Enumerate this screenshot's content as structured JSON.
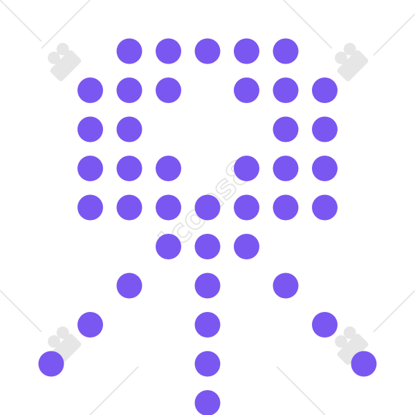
{
  "icon": {
    "name": "easel-dot-matrix-icon",
    "dot_color": "#7b57f1",
    "background": "#ffffff",
    "watermark_color": "#e6e6e6",
    "watermark_text": "icons8"
  },
  "dots": [
    [
      3,
      1
    ],
    [
      4,
      1
    ],
    [
      5,
      1
    ],
    [
      6,
      1
    ],
    [
      7,
      1
    ],
    [
      2,
      2
    ],
    [
      3,
      2
    ],
    [
      4,
      2
    ],
    [
      6,
      2
    ],
    [
      7,
      2
    ],
    [
      8,
      2
    ],
    [
      2,
      3
    ],
    [
      3,
      3
    ],
    [
      7,
      3
    ],
    [
      8,
      3
    ],
    [
      2,
      4
    ],
    [
      3,
      4
    ],
    [
      4,
      4
    ],
    [
      6,
      4
    ],
    [
      7,
      4
    ],
    [
      8,
      4
    ],
    [
      2,
      5
    ],
    [
      3,
      5
    ],
    [
      4,
      5
    ],
    [
      5,
      5
    ],
    [
      6,
      5
    ],
    [
      7,
      5
    ],
    [
      8,
      5
    ],
    [
      4,
      6
    ],
    [
      5,
      6
    ],
    [
      6,
      6
    ],
    [
      3,
      7
    ],
    [
      5,
      7
    ],
    [
      7,
      7
    ],
    [
      2,
      8
    ],
    [
      5,
      8
    ],
    [
      8,
      8
    ],
    [
      1,
      9
    ],
    [
      5,
      9
    ],
    [
      9,
      9
    ],
    [
      5,
      10
    ]
  ]
}
